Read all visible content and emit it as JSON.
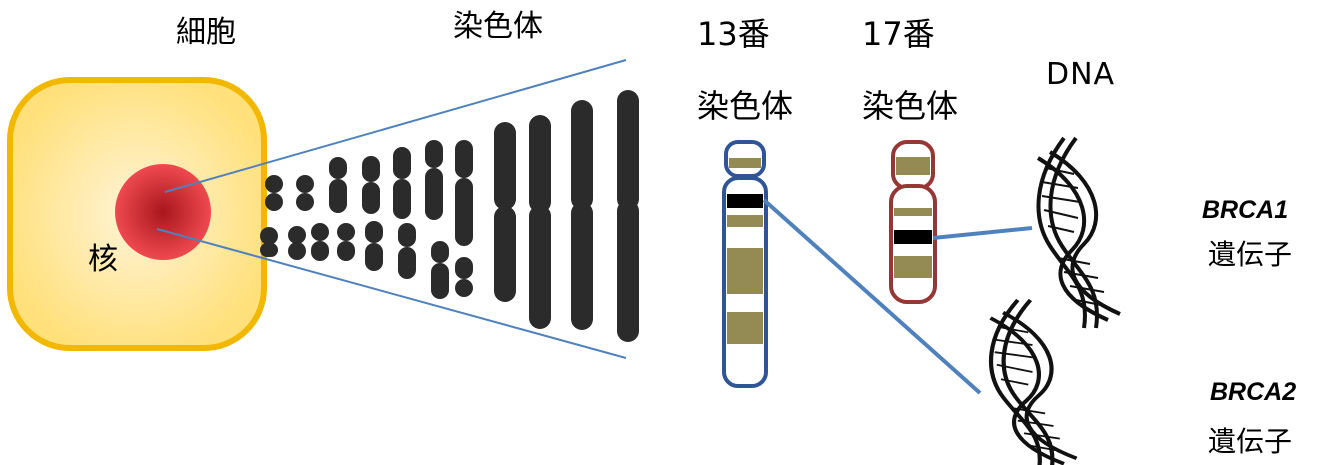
{
  "labels": {
    "cell": "細胞",
    "chromosomes": "染色体",
    "chr13_number": "13番",
    "chr13_word": "染色体",
    "chr17_number": "17番",
    "chr17_word": "染色体",
    "dna": "DNA",
    "nucleus": "核",
    "brca1": "BRCA1",
    "brca1_gene": "遺伝子",
    "brca2": "BRCA2",
    "brca2_gene": "遺伝子"
  },
  "colors": {
    "cell_fill": "#FFE27A",
    "cell_border": "#F2B800",
    "nucleus": "#E8484E",
    "chromosome": "#2B2B2B",
    "zoom_line": "#4F81BD",
    "chr13_outline": "#2F5597",
    "chr17_outline": "#953735",
    "band": "#948A54",
    "band_dark": "#000000"
  },
  "icons": {
    "dna": "dna-double-helix-icon"
  }
}
